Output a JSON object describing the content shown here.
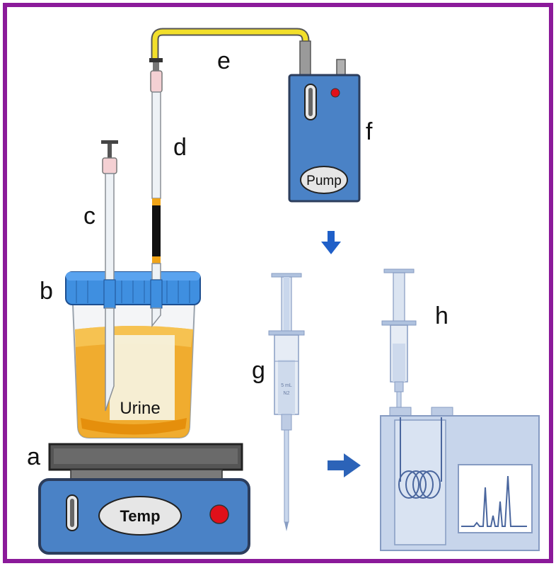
{
  "colors": {
    "frame": "#8b1a9a",
    "device_blue": "#4a82c6",
    "device_dark": "#2c3d5c",
    "tube_yellow": "#f2df2a",
    "urine_orange": "#f0a418",
    "lid_blue": "#3f8fe0",
    "pale_blue": "#b9cbe6",
    "indicator_red": "#e0101a",
    "arrow_blue": "#1f5fc8"
  },
  "labels": {
    "a": "a",
    "b": "b",
    "c": "c",
    "d": "d",
    "e": "e",
    "f": "f",
    "g": "g",
    "h": "h"
  },
  "hotplate": {
    "display": "Temp"
  },
  "pump": {
    "display": "Pump"
  },
  "cup": {
    "contents": "Urine"
  },
  "syringe_g": {
    "marking_top": "5 mL",
    "marking_bottom": "N2"
  },
  "icons": [
    "down-arrow-icon",
    "right-arrow-icon",
    "coil-icon",
    "chromatogram-icon"
  ]
}
